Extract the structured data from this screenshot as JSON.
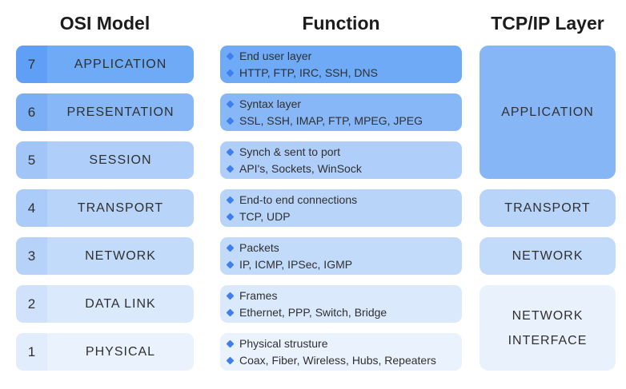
{
  "headers": {
    "osi": "OSI Model",
    "function": "Function",
    "tcpip": "TCP/IP Layer"
  },
  "osi_layers": [
    {
      "num": "7",
      "name": "APPLICATION",
      "functions": [
        "End user layer",
        "HTTP, FTP, IRC, SSH, DNS"
      ],
      "num_bg": "#5f9ff6",
      "label_bg": "#6faaf7"
    },
    {
      "num": "6",
      "name": "PRESENTATION",
      "functions": [
        "Syntax layer",
        "SSL, SSH, IMAP, FTP, MPEG, JPEG"
      ],
      "num_bg": "#7aaff6",
      "label_bg": "#88b7f7"
    },
    {
      "num": "5",
      "name": "SESSION",
      "functions": [
        "Synch & sent to port",
        "API's, Sockets, WinSock"
      ],
      "num_bg": "#a2c5f8",
      "label_bg": "#afcef9"
    },
    {
      "num": "4",
      "name": "TRANSPORT",
      "functions": [
        "End-to end connections",
        "TCP, UDP"
      ],
      "num_bg": "#abcbf8",
      "label_bg": "#b9d4f9"
    },
    {
      "num": "3",
      "name": "NETWORK",
      "functions": [
        "Packets",
        "IP, ICMP, IPSec, IGMP"
      ],
      "num_bg": "#b6d2f9",
      "label_bg": "#c3dbfa"
    },
    {
      "num": "2",
      "name": "DATA LINK",
      "functions": [
        "Frames",
        "Ethernet, PPP, Switch, Bridge"
      ],
      "num_bg": "#d0e2fb",
      "label_bg": "#dbe9fc"
    },
    {
      "num": "1",
      "name": "PHYSICAL",
      "functions": [
        "Physical strusture",
        "Coax, Fiber, Wireless, Hubs, Repeaters"
      ],
      "num_bg": "#e1ecfd",
      "label_bg": "#eaf2fd"
    }
  ],
  "tcpip_layers": [
    {
      "name": "APPLICATION",
      "bg": "#87b6f7"
    },
    {
      "name": "TRANSPORT",
      "bg": "#b9d4f9"
    },
    {
      "name": "NETWORK",
      "bg": "#c3dbfa"
    },
    {
      "name": "NETWORK INTERFACE",
      "bg": "#e9f1fd"
    }
  ],
  "colors": {
    "bullet": "#3e7ef0",
    "body_text": "#303030",
    "header_text": "#1c1c1c"
  }
}
